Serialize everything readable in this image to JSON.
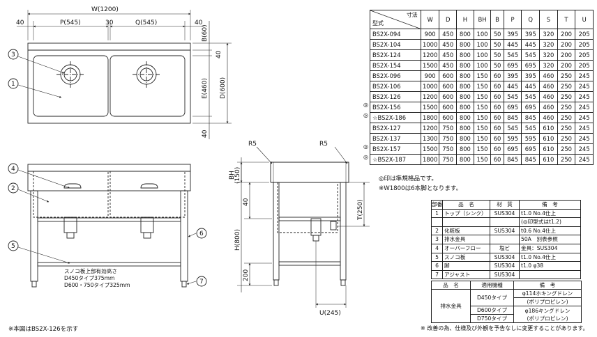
{
  "plan_view": {
    "dims": {
      "w": "W(1200)",
      "l40": "40",
      "p": "P(545)",
      "m30": "30",
      "q": "Q(545)",
      "r40": "40",
      "b60": "B(60)",
      "t40": "40",
      "e460": "E(460)",
      "d600": "D(600)",
      "b40": "40"
    },
    "callouts": {
      "c3": "3",
      "c1": "1"
    }
  },
  "front_view": {
    "callouts": {
      "c4": "4",
      "c2": "2",
      "c5": "5",
      "c6": "6",
      "c7": "7"
    },
    "sunoko_notes": [
      "スノコ板上部有効高さ",
      "D450タイプ375mm",
      "D600・750タイプ325mm"
    ]
  },
  "side_view": {
    "r5_left": "R5",
    "r5_right": "R5",
    "dims": {
      "bh": "BH",
      "v150": "(150)",
      "v40": "40",
      "h800": "H(800)",
      "v200": "200",
      "t250": "T(250)",
      "u245": "U(245)"
    }
  },
  "dim_table": {
    "header_top": "寸法",
    "header_bottom": "型式",
    "columns": [
      "W",
      "D",
      "H",
      "BH",
      "B",
      "P",
      "Q",
      "S",
      "T",
      "U"
    ],
    "rows": [
      {
        "mark": "",
        "model": "BS2X-094",
        "values": [
          "900",
          "450",
          "800",
          "100",
          "50",
          "395",
          "395",
          "320",
          "200",
          "205"
        ]
      },
      {
        "mark": "",
        "model": "BS2X-104",
        "values": [
          "1000",
          "450",
          "800",
          "100",
          "50",
          "445",
          "445",
          "320",
          "200",
          "205"
        ]
      },
      {
        "mark": "",
        "model": "BS2X-124",
        "values": [
          "1200",
          "450",
          "800",
          "100",
          "50",
          "545",
          "545",
          "320",
          "200",
          "205"
        ]
      },
      {
        "mark": "",
        "model": "BS2X-154",
        "values": [
          "1500",
          "450",
          "800",
          "100",
          "50",
          "695",
          "695",
          "320",
          "200",
          "205"
        ]
      },
      {
        "mark": "",
        "model": "BS2X-096",
        "values": [
          "900",
          "600",
          "800",
          "150",
          "60",
          "395",
          "395",
          "460",
          "250",
          "245"
        ]
      },
      {
        "mark": "",
        "model": "BS2X-106",
        "values": [
          "1000",
          "600",
          "800",
          "150",
          "60",
          "445",
          "445",
          "460",
          "250",
          "245"
        ]
      },
      {
        "mark": "",
        "model": "BS2X-126",
        "values": [
          "1200",
          "600",
          "800",
          "150",
          "60",
          "545",
          "545",
          "460",
          "250",
          "245"
        ]
      },
      {
        "mark": "◎",
        "model": "BS2X-156",
        "values": [
          "1500",
          "600",
          "800",
          "150",
          "60",
          "695",
          "695",
          "460",
          "250",
          "245"
        ]
      },
      {
        "mark": "◎",
        "model": "☆BS2X-186",
        "values": [
          "1800",
          "600",
          "800",
          "150",
          "60",
          "845",
          "845",
          "460",
          "250",
          "245"
        ]
      },
      {
        "mark": "",
        "model": "BS2X-127",
        "values": [
          "1200",
          "750",
          "800",
          "150",
          "60",
          "545",
          "545",
          "610",
          "250",
          "245"
        ]
      },
      {
        "mark": "",
        "model": "BS2X-137",
        "values": [
          "1300",
          "750",
          "800",
          "150",
          "60",
          "595",
          "595",
          "610",
          "250",
          "245"
        ]
      },
      {
        "mark": "◎",
        "model": "BS2X-157",
        "values": [
          "1500",
          "750",
          "800",
          "150",
          "60",
          "695",
          "695",
          "610",
          "250",
          "245"
        ]
      },
      {
        "mark": "◎",
        "model": "☆BS2X-187",
        "values": [
          "1800",
          "750",
          "800",
          "150",
          "60",
          "845",
          "845",
          "610",
          "250",
          "245"
        ]
      }
    ]
  },
  "notes": {
    "standard": "◎印は準規格品です。",
    "w1800": "※W1800は6本脚となります。",
    "figure": "※本図はBS2X-126を示す",
    "disclaimer": "※ 改善の為、仕様及び外観を予告なしに変更することがあります。"
  },
  "parts_table": {
    "headers": [
      "部番",
      "品　名",
      "材　質",
      "備　考"
    ],
    "rows": [
      [
        "1",
        "トップ（シンク）",
        "SUS304",
        "t1.0 No.4仕上"
      ],
      [
        "",
        "",
        "",
        "(◎印型式はt1.2)"
      ],
      [
        "2",
        "化粧板",
        "SUS304",
        "t0.6 No.4仕上"
      ],
      [
        "3",
        "排水金具",
        "",
        "50A　別表参照"
      ],
      [
        "4",
        "オーバーフロー",
        "塩ビ",
        "金具：SUS304"
      ],
      [
        "5",
        "スノコ板",
        "SUS304",
        "t1.0 No.4仕上"
      ],
      [
        "6",
        "脚",
        "SUS304",
        "t1.0 φ38"
      ],
      [
        "7",
        "アジャスト",
        "SUS304",
        ""
      ]
    ]
  },
  "drain_table": {
    "headers": [
      "品　名",
      "適用機種",
      "備　考"
    ],
    "name": "排水金具",
    "rows": [
      [
        "D450タイプ",
        "φ114ホキングドレン",
        "(ポリプロピレン)"
      ],
      [
        "D600タイプ",
        "φ186キングドレン",
        "(ポリプロピレン)"
      ],
      [
        "D750タイプ",
        "",
        ""
      ]
    ]
  },
  "colors": {
    "line": "#222222",
    "hidden": "#555555"
  }
}
